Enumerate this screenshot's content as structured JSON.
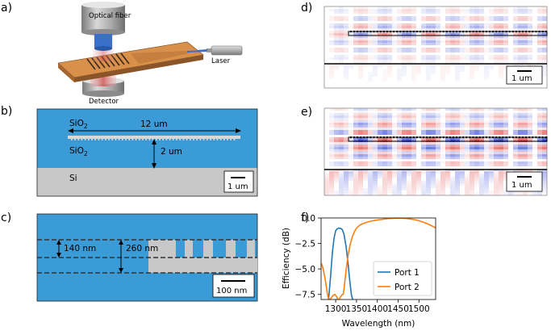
{
  "panel_labels": {
    "a": "a)",
    "b": "b)",
    "c": "c)",
    "d": "d)",
    "e": "e)",
    "f": "f)"
  },
  "panel_a": {
    "optical_fiber": "Optical fiber",
    "laser": "Laser",
    "detector": "Detector"
  },
  "panel_b": {
    "top_cladding": "SiO",
    "top_cladding_sub": "2",
    "bottom_cladding": "SiO",
    "bottom_cladding_sub": "2",
    "substrate": "Si",
    "length": "12 um",
    "gap": "2 um",
    "scalebar": "1 um"
  },
  "panel_c": {
    "height_1": "140 nm",
    "height_2": "260 nm",
    "scalebar": "100 nm"
  },
  "panel_d": {
    "scalebar": "1 um"
  },
  "panel_e": {
    "scalebar": "1 um"
  },
  "colors": {
    "oxide": "#3a9bd6",
    "silicon": "#c8c8c8",
    "port1": "#1f77b4",
    "port2": "#ff7f0e",
    "field_pos": "#e03030",
    "field_neg": "#2030d0"
  },
  "chart_data": {
    "type": "line",
    "xlabel": "Wavelength (nm)",
    "ylabel": "Efficiency (dB)",
    "xlim": [
      1265,
      1540
    ],
    "ylim": [
      -8,
      0
    ],
    "xticks": [
      1300,
      1350,
      1400,
      1450,
      1500
    ],
    "yticks": [
      0.0,
      -2.5,
      -5.0,
      -7.5
    ],
    "xtick_labels": [
      "1300",
      "1350",
      "1400",
      "1450",
      "1500"
    ],
    "ytick_labels": [
      "0.0",
      "−2.5",
      "−5.0",
      "−7.5"
    ],
    "grid": false,
    "legend_position": "bottom-right",
    "series": [
      {
        "name": "Port 1",
        "color": "#1f77b4",
        "x": [
          1283,
          1288,
          1292,
          1296,
          1300,
          1304,
          1308,
          1312,
          1316,
          1320,
          1325,
          1330,
          1334,
          1338,
          1341
        ],
        "y": [
          -8.0,
          -5.6,
          -3.5,
          -2.0,
          -1.25,
          -1.05,
          -1.0,
          -1.02,
          -1.15,
          -1.6,
          -2.8,
          -4.6,
          -6.2,
          -7.6,
          -8.0
        ]
      },
      {
        "name": "Port 2",
        "color": "#ff7f0e",
        "x": [
          1265,
          1268,
          1271,
          1274,
          1277,
          1280,
          1283,
          1286,
          1288,
          1294,
          1298,
          1302,
          1305,
          1308,
          1312,
          1316,
          1318,
          1320,
          1323,
          1326,
          1330,
          1335,
          1340,
          1345,
          1350,
          1355,
          1360,
          1370,
          1380,
          1390,
          1400,
          1410,
          1420,
          1430,
          1440,
          1450,
          1460,
          1470,
          1480,
          1490,
          1500,
          1510,
          1520,
          1530,
          1540
        ],
        "y": [
          -4.4,
          -4.7,
          -5.2,
          -5.8,
          -6.6,
          -7.4,
          -8.0,
          -8.0,
          -7.9,
          -7.6,
          -7.5,
          -7.7,
          -8.0,
          -8.0,
          -7.7,
          -7.5,
          -7.5,
          -7.0,
          -5.9,
          -4.8,
          -3.6,
          -2.6,
          -1.85,
          -1.35,
          -1.0,
          -0.8,
          -0.65,
          -0.48,
          -0.36,
          -0.27,
          -0.2,
          -0.14,
          -0.09,
          -0.05,
          -0.02,
          -0.01,
          -0.02,
          -0.05,
          -0.1,
          -0.17,
          -0.27,
          -0.4,
          -0.56,
          -0.75,
          -0.97
        ]
      }
    ]
  }
}
